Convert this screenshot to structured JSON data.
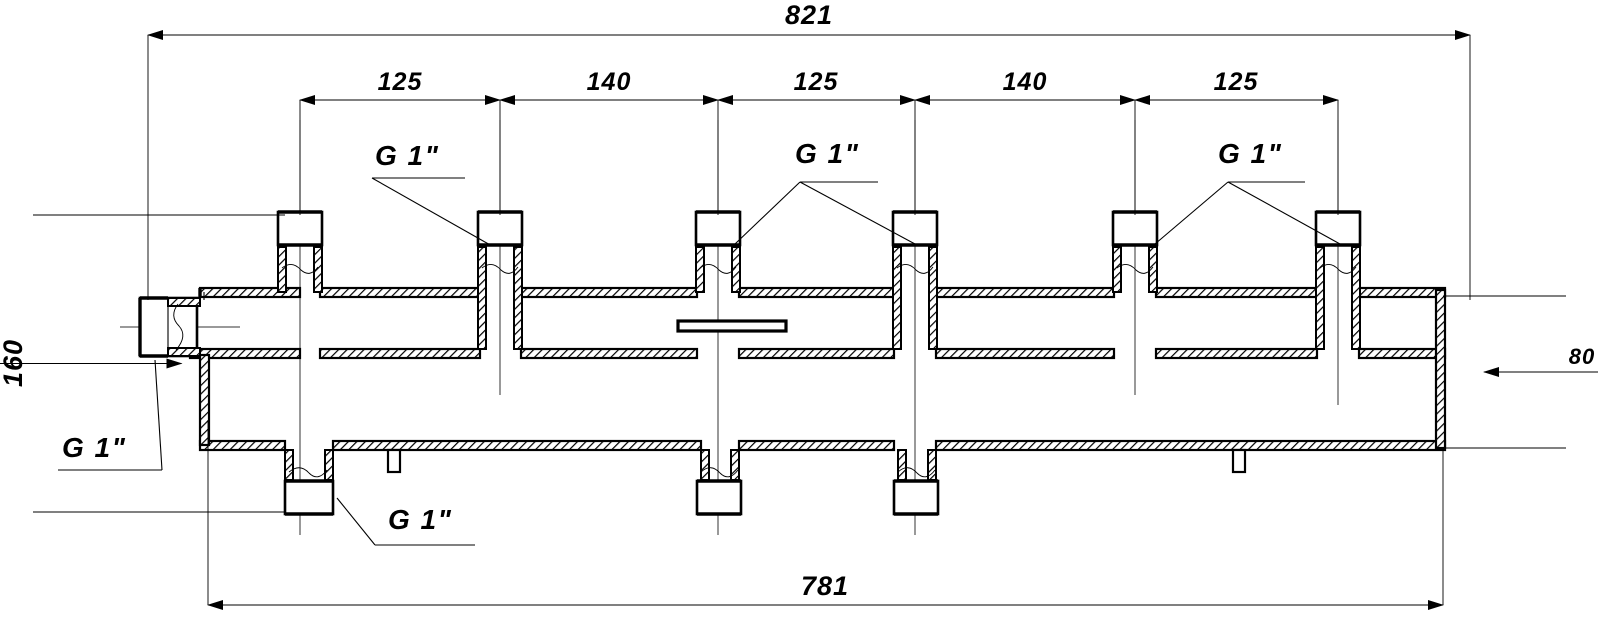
{
  "drawing": {
    "type": "technical-section-drawing",
    "subject": "hydraulic distribution manifold (6-port, sectioned side view)",
    "units": "mm"
  },
  "dimensions": {
    "overall_top": {
      "value": "821",
      "label": "overall top length"
    },
    "overall_bottom": {
      "value": "781",
      "label": "overall bottom length"
    },
    "height_left": {
      "value": "160",
      "label": "overall height at left"
    },
    "height_right": {
      "value": "80",
      "label": "chamber height at right"
    },
    "chain": [
      {
        "value": "125"
      },
      {
        "value": "140"
      },
      {
        "value": "125"
      },
      {
        "value": "140"
      },
      {
        "value": "125"
      }
    ]
  },
  "annotations": {
    "thread_top_left": {
      "text": "G 1\""
    },
    "thread_top_mid": {
      "text": "G 1\""
    },
    "thread_top_right": {
      "text": "G 1\""
    },
    "thread_side_left": {
      "text": "G 1\""
    },
    "thread_bottom": {
      "text": "G 1\""
    }
  },
  "colors": {
    "line": "#000000",
    "center_line": "#333333",
    "background": "#ffffff"
  }
}
